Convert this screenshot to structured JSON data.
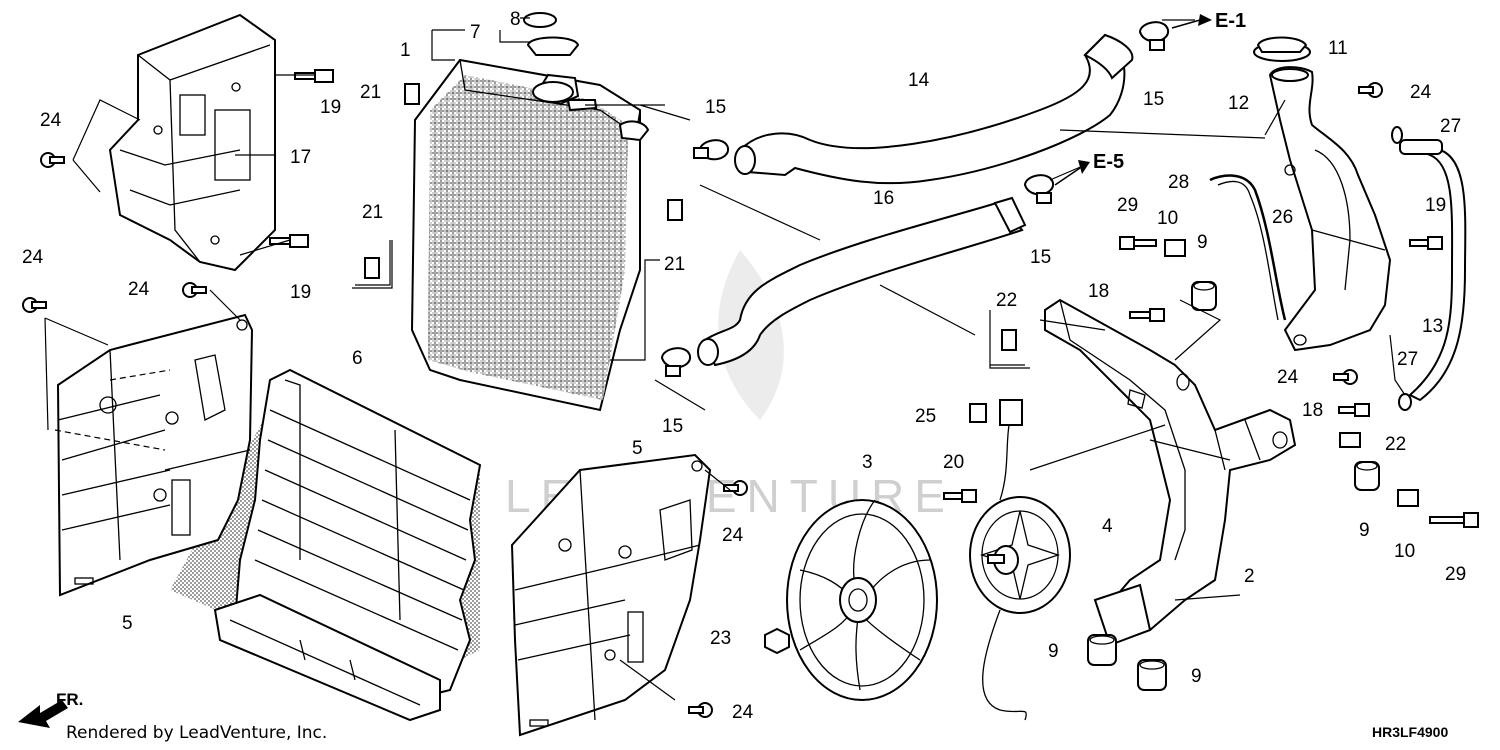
{
  "diagram": {
    "drawing_code": "HR3LF4900",
    "footer": "Rendered by LeadVenture, Inc.",
    "front_marker": "FR.",
    "watermark": "LEADVENTURE",
    "refs": [
      "E-1",
      "E-5"
    ],
    "callouts": [
      {
        "id": "c1",
        "text": "1"
      },
      {
        "id": "c7",
        "text": "7"
      },
      {
        "id": "c8",
        "text": "8"
      },
      {
        "id": "c24a",
        "text": "24"
      },
      {
        "id": "c17",
        "text": "17"
      },
      {
        "id": "c19a",
        "text": "19"
      },
      {
        "id": "c19b",
        "text": "19"
      },
      {
        "id": "c21a",
        "text": "21"
      },
      {
        "id": "c21b",
        "text": "21"
      },
      {
        "id": "c21c",
        "text": "21"
      },
      {
        "id": "c24b",
        "text": "24"
      },
      {
        "id": "c24c",
        "text": "24"
      },
      {
        "id": "c5a",
        "text": "5"
      },
      {
        "id": "c6",
        "text": "6"
      },
      {
        "id": "c15a",
        "text": "15"
      },
      {
        "id": "c15b",
        "text": "15"
      },
      {
        "id": "c14",
        "text": "14"
      },
      {
        "id": "c15c",
        "text": "15"
      },
      {
        "id": "c16",
        "text": "16"
      },
      {
        "id": "c15d",
        "text": "15"
      },
      {
        "id": "c5b",
        "text": "5"
      },
      {
        "id": "c24d",
        "text": "24"
      },
      {
        "id": "c3",
        "text": "3"
      },
      {
        "id": "c25",
        "text": "25"
      },
      {
        "id": "c20",
        "text": "20"
      },
      {
        "id": "c4",
        "text": "4"
      },
      {
        "id": "c23",
        "text": "23"
      },
      {
        "id": "c24e",
        "text": "24"
      },
      {
        "id": "c22a",
        "text": "22"
      },
      {
        "id": "c18a",
        "text": "18"
      },
      {
        "id": "c29a",
        "text": "29"
      },
      {
        "id": "c10a",
        "text": "10"
      },
      {
        "id": "c9a",
        "text": "9"
      },
      {
        "id": "c28",
        "text": "28"
      },
      {
        "id": "c26",
        "text": "26"
      },
      {
        "id": "c11",
        "text": "11"
      },
      {
        "id": "c12",
        "text": "12"
      },
      {
        "id": "c24f",
        "text": "24"
      },
      {
        "id": "c27a",
        "text": "27"
      },
      {
        "id": "c19c",
        "text": "19"
      },
      {
        "id": "c13",
        "text": "13"
      },
      {
        "id": "c24g",
        "text": "24"
      },
      {
        "id": "c27b",
        "text": "27"
      },
      {
        "id": "c18b",
        "text": "18"
      },
      {
        "id": "c22b",
        "text": "22"
      },
      {
        "id": "c9b",
        "text": "9"
      },
      {
        "id": "c10b",
        "text": "10"
      },
      {
        "id": "c29b",
        "text": "29"
      },
      {
        "id": "c2",
        "text": "2"
      },
      {
        "id": "c9c",
        "text": "9"
      },
      {
        "id": "c9d",
        "text": "9"
      }
    ]
  }
}
